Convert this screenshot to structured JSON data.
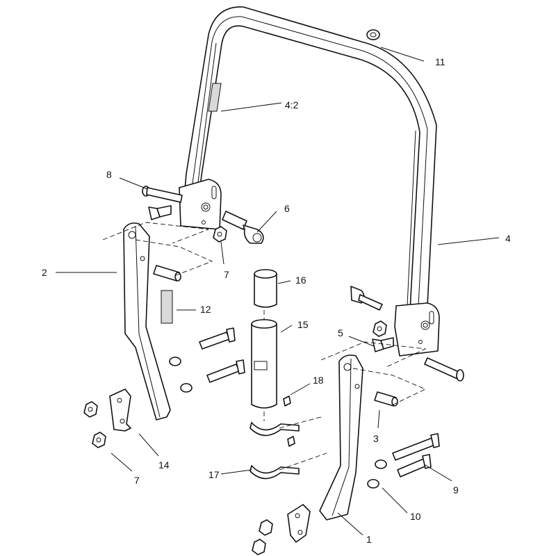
{
  "callouts": {
    "c1": "1",
    "c2": "2",
    "c3": "3",
    "c4": "4",
    "c4_2": "4:2",
    "c5": "5",
    "c6": "6",
    "c7a": "7",
    "c7b": "7",
    "c8": "8",
    "c9": "9",
    "c10": "10",
    "c11": "11",
    "c12": "12",
    "c14": "14",
    "c15": "15",
    "c16": "16",
    "c17": "17",
    "c18": "18"
  }
}
